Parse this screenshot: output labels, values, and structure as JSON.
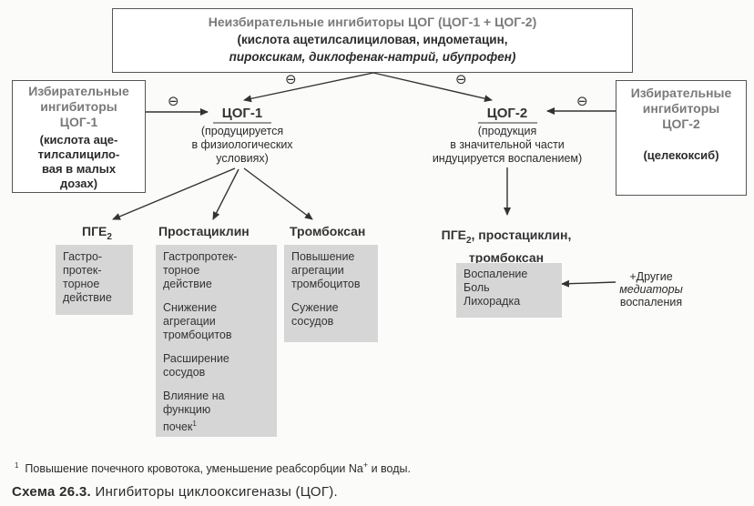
{
  "top_box": {
    "title": "Неизбирательные ингибиторы ЦОГ (ЦОГ-1 + ЦОГ-2)",
    "line2": "(кислота ацетилсалициловая, индометацин,",
    "line3": "пироксикам, диклофенак-натрий, ибупрофен)"
  },
  "left_box": {
    "title": "Избирательные\nингибиторы\nЦОГ-1",
    "drugs": "(кислота аце-\nтилсалицило-\nвая в малых\nдозах)"
  },
  "right_box": {
    "title": "Избирательные\nингибиторы\nЦОГ-2",
    "drugs": "(целекоксиб)"
  },
  "inhibit_symbol": "⊖",
  "cox1": {
    "name": "ЦОГ-1",
    "desc": "(продуцируется\nв физиологических\nусловиях)"
  },
  "cox2": {
    "name": "ЦОГ-2",
    "desc": "(продукция\nв значительной части\nиндуцируется воспалением)"
  },
  "pge2": {
    "name": "ПГЕ",
    "sub": "2",
    "effects": "Гастро-\nпротек-\nторное\nдействие"
  },
  "prostacyclin": {
    "name": "Простациклин",
    "effects": [
      "Гастропротек-\nторное\nдействие",
      "Снижение\nагрегации\nтромбоцитов",
      "Расширение\nсосудов",
      "Влияние на\nфункцию\nпочек"
    ],
    "footnote_mark": "1"
  },
  "thromboxane": {
    "name": "Тромбоксан",
    "effects": [
      "Повышение\nагрегации\nтромбоцитов",
      "Сужение\nсосудов"
    ]
  },
  "cox2_products": {
    "name_part1": "ПГЕ",
    "sub": "2",
    "name_part2": ", простациклин,",
    "name_line2": "тромбоксан",
    "effects": [
      "Воспаление",
      "Боль",
      "Лихорадка"
    ]
  },
  "other_mediators": {
    "line1": "+Другие",
    "line2": "медиаторы",
    "line3": "воспаления"
  },
  "footnote": {
    "mark": "1",
    "text_before": "Повышение почечного кровотока,  уменьшение реабсорбции Na",
    "sup": "+",
    "text_after": " и воды."
  },
  "caption": {
    "label": "Схема 26.3.",
    "text": " Ингибиторы циклооксигеназы (ЦОГ)."
  }
}
